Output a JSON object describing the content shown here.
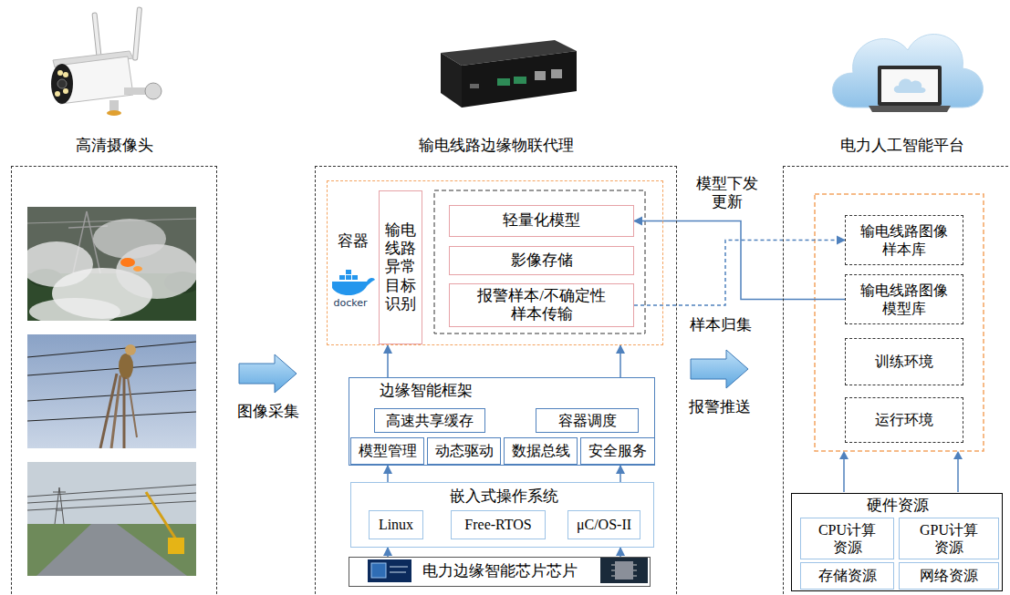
{
  "diagram": {
    "nodes": [
      {
        "text": [
          "高清摄像头"
        ]
      },
      {
        "text": [
          "输电线路边缘物联代理"
        ]
      },
      {
        "text": [
          "容器"
        ],
        "in": 1
      },
      {
        "text": [
          "输电 线路 异常 目标 识别"
        ],
        "in": 2
      },
      {
        "text": [
          "轻量化模型"
        ],
        "in": 2
      },
      {
        "text": [
          "影像存储"
        ],
        "in": 2
      },
      {
        "text": [
          "报警样本/不确定性 样本传输"
        ],
        "in": 2
      },
      {
        "text": [
          "边缘智能框架"
        ],
        "in": 1
      },
      {
        "text": [
          "高速共享缓存"
        ],
        "in": 7
      },
      {
        "text": [
          "容器调度"
        ],
        "in": 7
      },
      {
        "text": [
          "模型管理"
        ],
        "in": 7
      },
      {
        "text": [
          "动态驱动"
        ],
        "in": 7
      },
      {
        "text": [
          "数据总线"
        ],
        "in": 7
      },
      {
        "text": [
          "安全服务"
        ],
        "in": 7
      },
      {
        "text": [
          "嵌入式操作系统"
        ],
        "in": 1
      },
      {
        "text": [
          "Linux"
        ],
        "in": 14
      },
      {
        "text": [
          "Free-RTOS"
        ],
        "in": 14
      },
      {
        "text": [
          "μC/OS-II"
        ],
        "in": 14
      },
      {
        "text": [
          "电力边缘智能芯片芯片"
        ],
        "in": 1
      },
      {
        "text": [
          "电力人工智能平台"
        ]
      },
      {
        "text": [
          "输电线路图像 样本库"
        ],
        "in": 19
      },
      {
        "text": [
          "输电线路图像 模型库"
        ],
        "in": 19
      },
      {
        "text": [
          "训练环境"
        ],
        "in": 19
      },
      {
        "text": [
          "运行环境"
        ],
        "in": 19
      },
      {
        "text": [
          "硬件资源"
        ],
        "in": 19
      },
      {
        "text": [
          "CPU计算 资源"
        ],
        "in": 24
      },
      {
        "text": [
          "GPU计算 资源"
        ],
        "in": 24
      },
      {
        "text": [
          "存储资源"
        ],
        "in": 24
      },
      {
        "text": [
          "网络资源"
        ],
        "in": 24
      }
    ],
    "edges": [
      {
        "from": 0,
        "to": 1,
        "arrow": "to",
        "label": "图像采集"
      },
      {
        "from": 1,
        "to": 19,
        "arrow": "to",
        "label": "报警推送"
      },
      {
        "from": 21,
        "to": 4,
        "arrow": "to",
        "label": "模型下发 更新"
      },
      {
        "from": 6,
        "to": 20,
        "arrow": "to",
        "label": "样本归集"
      },
      {
        "from": 7,
        "to": 2,
        "arrow": "to"
      },
      {
        "from": 7,
        "to": 2,
        "arrow": "to"
      },
      {
        "from": 14,
        "to": 7,
        "arrow": "to"
      },
      {
        "from": 14,
        "to": 7,
        "arrow": "to"
      },
      {
        "from": 18,
        "to": 14,
        "arrow": "to"
      },
      {
        "from": 18,
        "to": 14,
        "arrow": "to"
      }
    ],
    "labels": [
      "docker"
    ]
  }
}
